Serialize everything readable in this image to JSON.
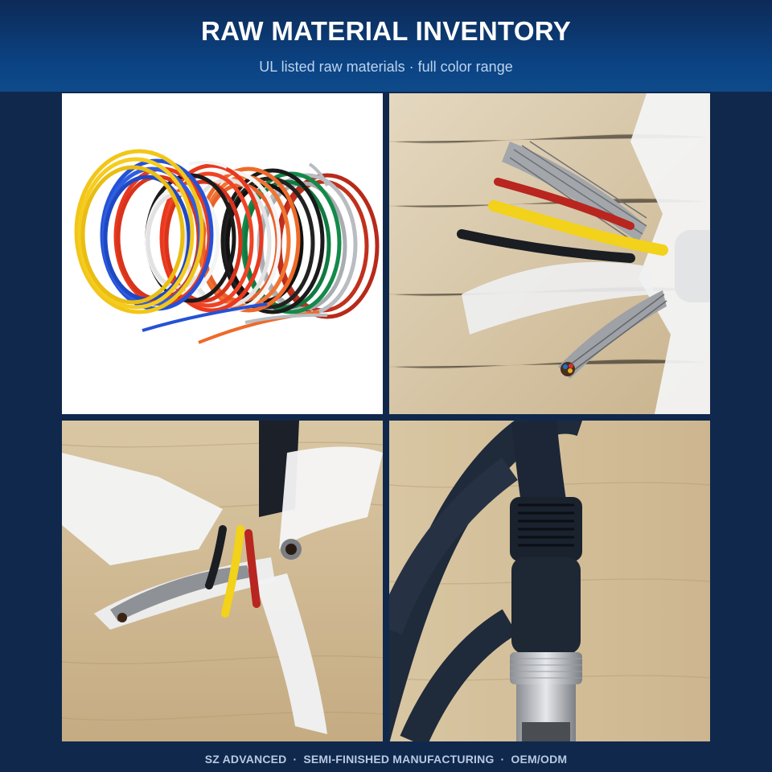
{
  "header": {
    "title": "RAW MATERIAL INVENTORY",
    "subtitle": "UL listed raw materials · full color range"
  },
  "footer": {
    "items": [
      "SZ ADVANCED",
      "SEMI-FINISHED MANUFACTURING",
      "OEM/ODM"
    ],
    "separator": "·"
  },
  "colors": {
    "header_top": "#0d2a57",
    "header_bottom": "#0e4a8b",
    "background": "#10284c",
    "wire_yellow": "#f2c618",
    "wire_blue": "#2452d6",
    "wire_red": "#e8391f",
    "wire_white": "#f4f4f4",
    "wire_orange": "#ee6a2a",
    "wire_black": "#1a1a1a",
    "wire_green": "#138a4a",
    "wire_grey": "#b9bcc0",
    "cable_jacket": "#1f2a3a",
    "wood": "#d8c7a6"
  },
  "photos": [
    {
      "icon": "colored-wire-coils-photo"
    },
    {
      "icon": "stripped-shielded-cable-photo"
    },
    {
      "icon": "cable-cores-and-braid-photo"
    },
    {
      "icon": "circular-connector-cable-photo"
    }
  ]
}
